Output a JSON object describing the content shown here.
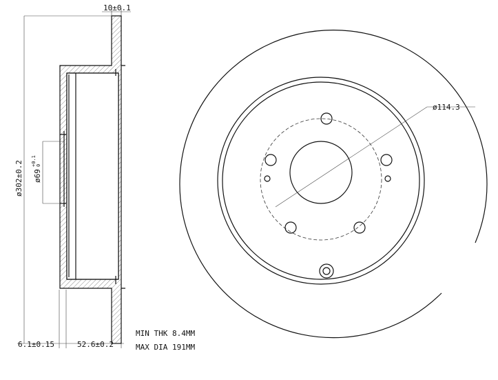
{
  "side_view": {
    "thickness": "10±0.1",
    "outer_diameter": "ø302±0.2",
    "center_bore": "ø69",
    "center_bore_tol_upper": "+0.1",
    "center_bore_tol_lower": "0",
    "hat_thickness": "6.1±0.15",
    "height": "52.6±0.2"
  },
  "front_view": {
    "bolt_circle": "ø114.3"
  },
  "notes": {
    "min_thk": "MIN THK 8.4MM",
    "max_dia": "MAX DIA 191MM"
  }
}
